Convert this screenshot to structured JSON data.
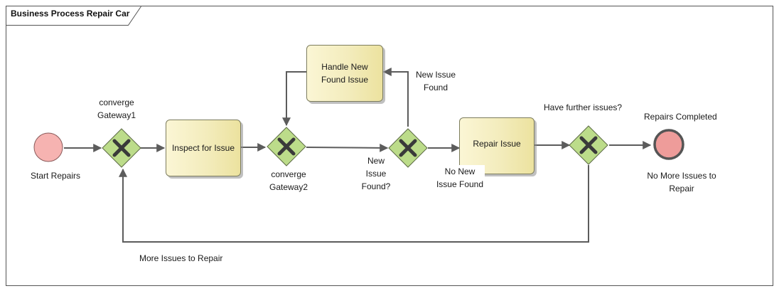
{
  "diagram": {
    "title": "Business Process Repair Car",
    "start_event": {
      "label": "Start Repairs"
    },
    "end_event": {
      "label_top": "Repairs Completed",
      "label_bottom": "No More Issues to\nRepair"
    },
    "gateways": {
      "g1": {
        "label": "converge\nGateway1"
      },
      "g2": {
        "label": "converge\nGateway2"
      },
      "g3": {
        "label": "New\nIssue\nFound?"
      },
      "g4": {
        "label": "Have further issues?"
      }
    },
    "tasks": {
      "inspect": "Inspect for Issue",
      "handle": "Handle New\nFound Issue",
      "repair": "Repair Issue"
    },
    "flows": {
      "new_issue": "New Issue\nFound",
      "no_new_issue": "No New\nIssue Found",
      "more_issues": "More Issues to Repair"
    },
    "colors": {
      "start_fill": "#f6b3b1",
      "end_fill": "#ee9c9a",
      "gateway_fill": "#bcdc8a",
      "task_fill": "#f3ecbc",
      "connector": "#5c5c5c"
    }
  }
}
